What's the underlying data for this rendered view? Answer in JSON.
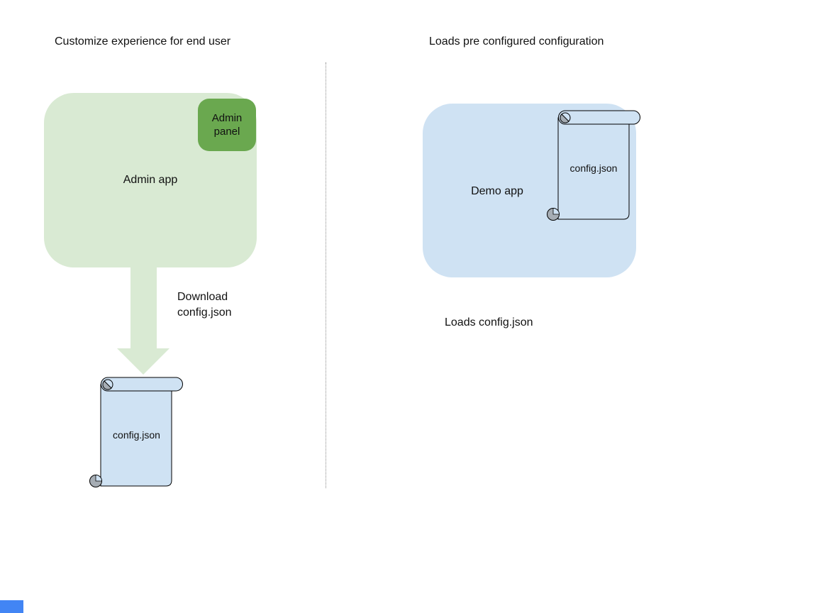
{
  "diagram": {
    "left": {
      "title": "Customize experience for end user",
      "admin_app_label": "Admin app",
      "admin_panel_label": "Admin panel",
      "arrow_caption_line1": "Download",
      "arrow_caption_line2": "config.json",
      "config_file_label": "config.json"
    },
    "right": {
      "title": "Loads pre configured configuration",
      "demo_app_label": "Demo app",
      "config_file_label": "config.json",
      "caption": "Loads config.json"
    }
  },
  "colors": {
    "app_box_green": "#d9ead3",
    "panel_green": "#6aa84f",
    "app_box_blue": "#cfe2f3",
    "arrow_green": "#d9ead3",
    "scroll_fill_blue": "#cfe2f3",
    "scroll_curl_gray": "#a6adb4",
    "outline_black": "#000000",
    "divider_gray": "#8a8a8a",
    "corner_marker_blue": "#4285f4",
    "text": "#111111"
  }
}
